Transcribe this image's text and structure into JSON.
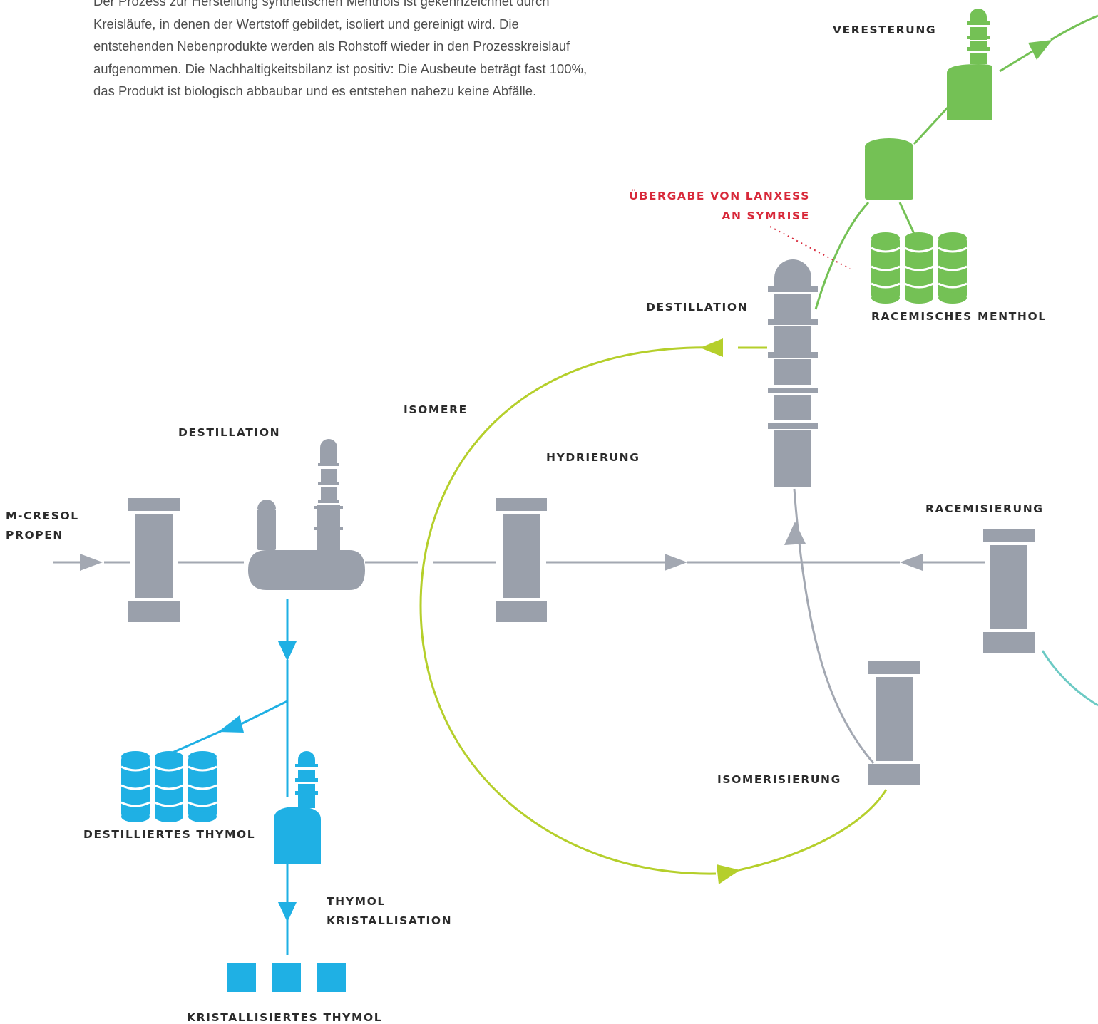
{
  "intro_text": "Der Prozess zur Herstellung synthetischen Menthols ist gekennzeichnet durch Kreisläufe, in denen der Wertstoff gebildet, isoliert und gereinigt wird. Die entstehenden Nebenprodukte werden als Rohstoff wieder in den Prozesskreislauf aufgenommen. Die Nachhaltigkeitsbilanz ist positiv: Die Ausbeute beträgt fast 100%, das Produkt ist biologisch abbaubar und es entstehen nahezu keine Abfälle.",
  "labels": {
    "m_cresol": "M-CRESOL",
    "propen": "PROPEN",
    "destillation_left": "DESTILLATION",
    "isomere": "ISOMERE",
    "hydrierung": "HYDRIERUNG",
    "destillation_right": "DESTILLATION",
    "uebergabe_1": "ÜBERGABE VON LANXESS",
    "uebergabe_2": "AN SYMRISE",
    "veresterung": "VERESTERUNG",
    "racemisches_menthol": "RACEMISCHES MENTHOL",
    "racemisierung": "RACEMISIERUNG",
    "isomerisierung": "ISOMERISIERUNG",
    "destilliertes_thymol": "DESTILLIERTES THYMOL",
    "thymol": "THYMOL",
    "kristallisation": "KRISTALLISATION",
    "kristallisiertes_thymol": "KRISTALLISIERTES THYMOL"
  },
  "colors": {
    "grey_equipment": "#9aa0ab",
    "grey_line": "#a3a8b2",
    "blue_thymol": "#1fb0e4",
    "green_menthol": "#74c155",
    "lime_loop": "#b5cf2b",
    "teal_line": "#6ccac4",
    "red_handover": "#d8293a"
  }
}
